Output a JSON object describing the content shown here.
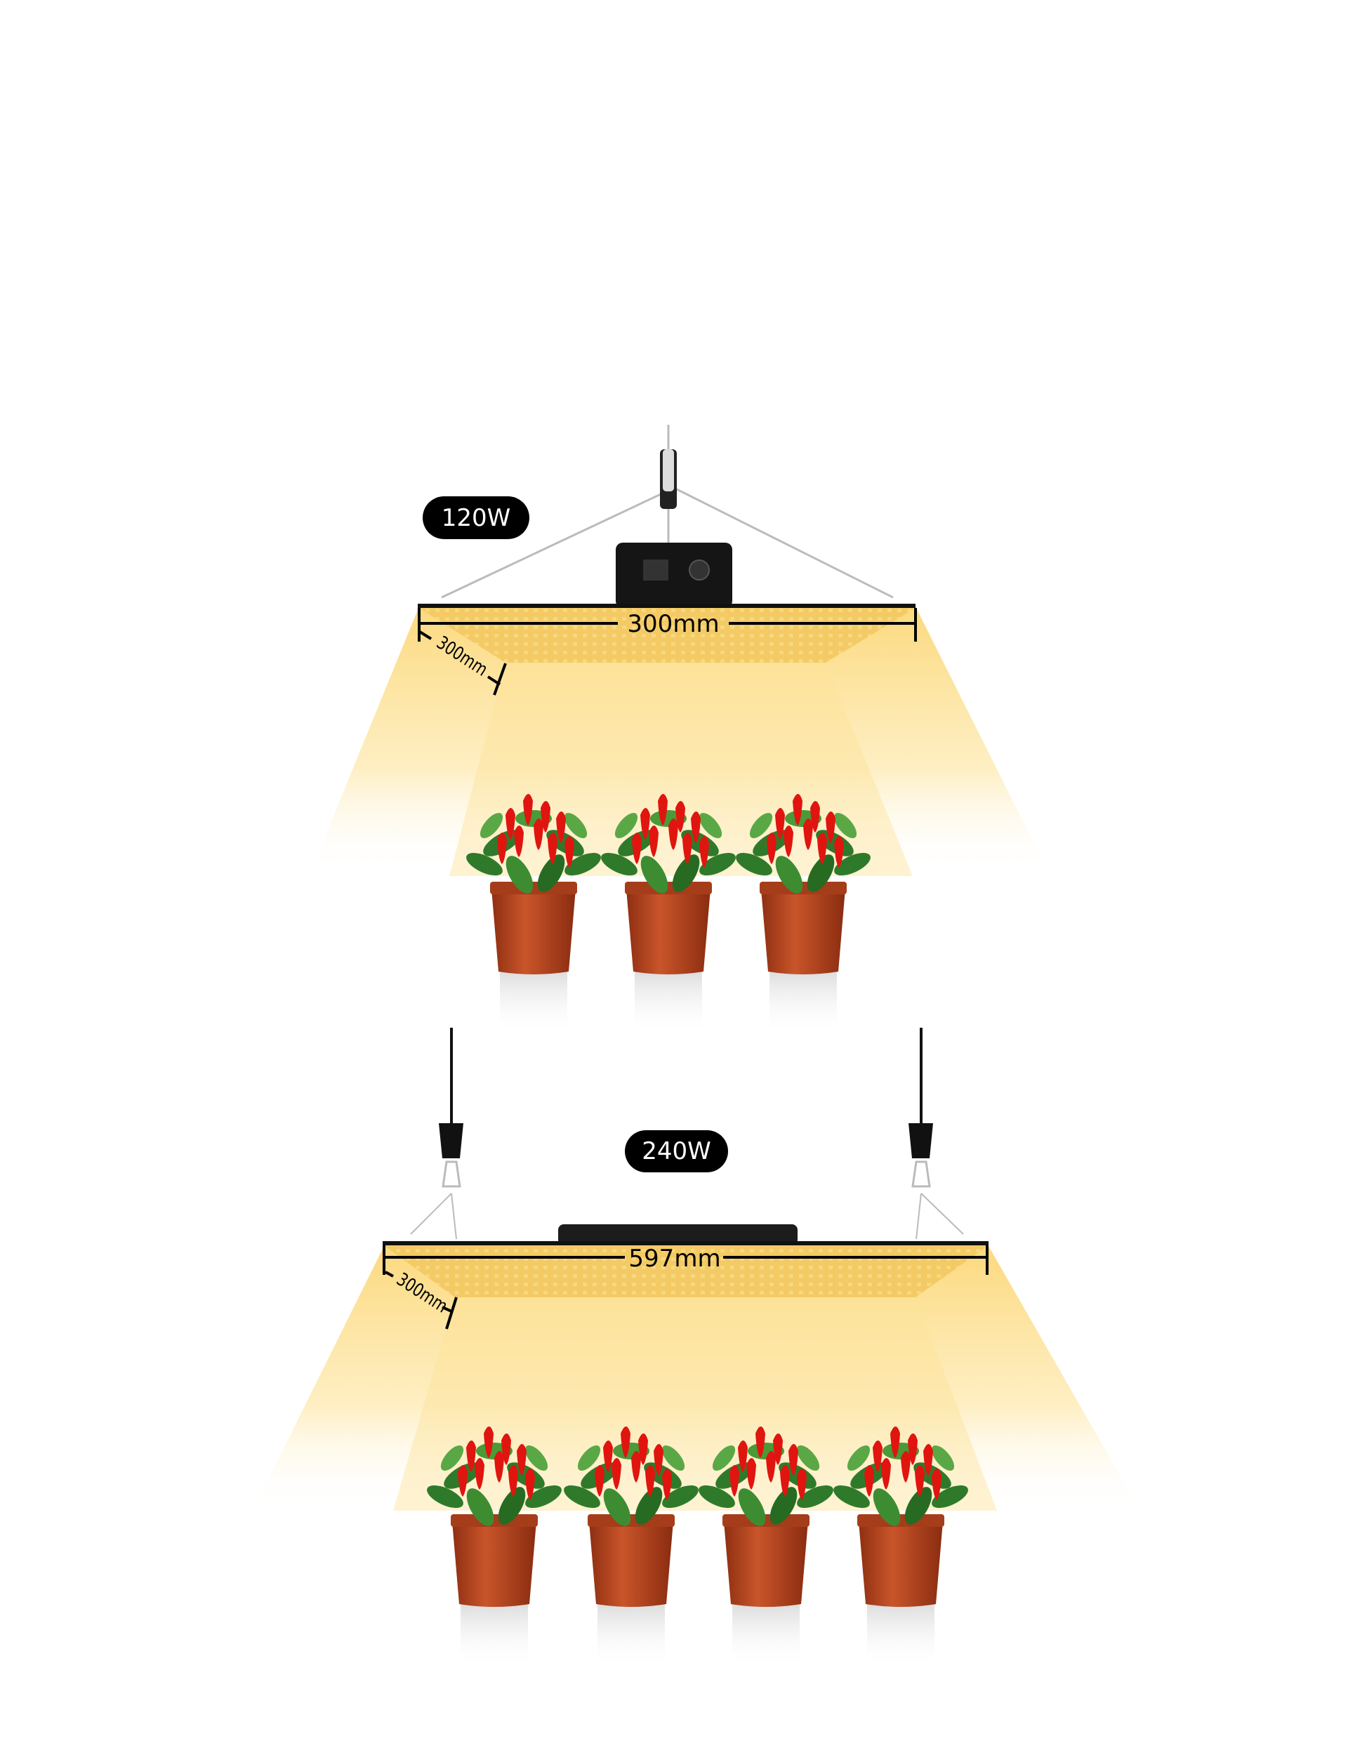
{
  "products": [
    {
      "wattage": "120W",
      "width_label": "300mm",
      "depth_label": "300mm",
      "plant_count": 3
    },
    {
      "wattage": "240W",
      "width_label": "597mm",
      "depth_label": "300mm",
      "plant_count": 4
    }
  ],
  "colors": {
    "light": "#fcd777",
    "panel": "#f2c860",
    "badge": "#000000",
    "pot": "#b8451f",
    "leaf": "#2f7a2a",
    "pepper": "#e0150f"
  }
}
